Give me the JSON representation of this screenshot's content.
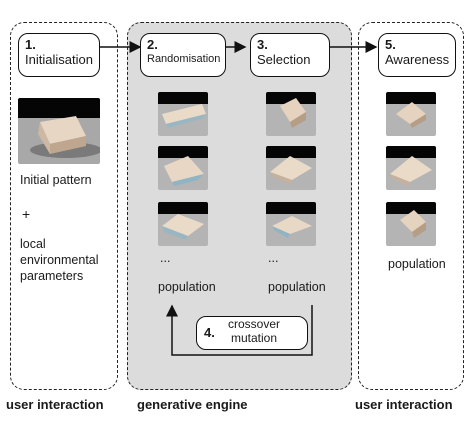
{
  "steps": {
    "s1": {
      "num": "1.",
      "label": "Initialisation"
    },
    "s2": {
      "num": "2.",
      "label": "Randomisation"
    },
    "s3": {
      "num": "3.",
      "label": "Selection"
    },
    "s4": {
      "num": "4.",
      "label": "crossover\nmutation"
    },
    "s5": {
      "num": "5.",
      "label": "Awareness"
    }
  },
  "left": {
    "initial": "Initial pattern",
    "plus": "+",
    "params": "local\nenvironmental\nparameters"
  },
  "middle": {
    "dots_left": "...",
    "dots_right": "...",
    "population_left": "population",
    "population_right": "population"
  },
  "right": {
    "population": "population"
  },
  "bottom": {
    "left": "user interaction",
    "middle": "generative engine",
    "right": "user interaction"
  }
}
